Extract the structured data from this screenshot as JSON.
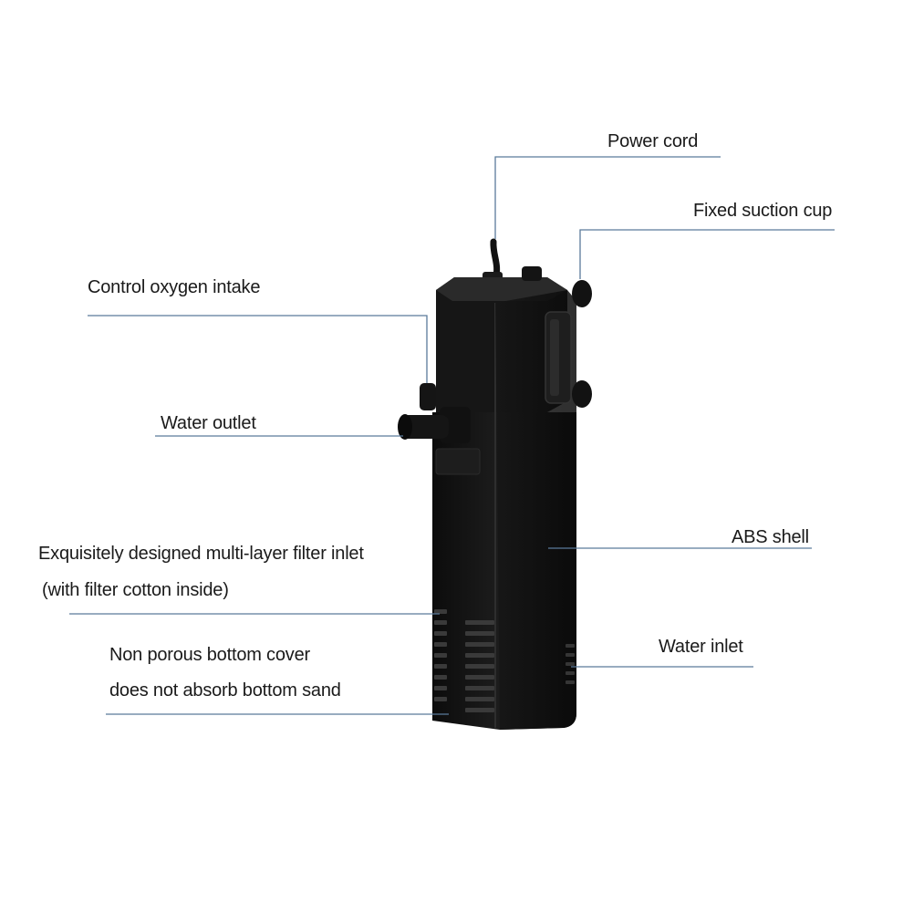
{
  "labels": {
    "power_cord": "Power cord",
    "fixed_suction_cup": "Fixed suction cup",
    "control_oxygen_intake": "Control oxygen intake",
    "water_outlet": "Water outlet",
    "abs_shell": "ABS shell",
    "filter_inlet_line1": "Exquisitely designed multi-layer filter inlet",
    "filter_inlet_line2": "(with filter cotton inside)",
    "water_inlet": "Water inlet",
    "bottom_cover_line1": "Non porous bottom cover",
    "bottom_cover_line2": "does not absorb bottom sand"
  },
  "colors": {
    "background": "#ffffff",
    "text": "#1a1a1a",
    "leader_line": "#5a7a9a",
    "device_body": "#141414"
  }
}
